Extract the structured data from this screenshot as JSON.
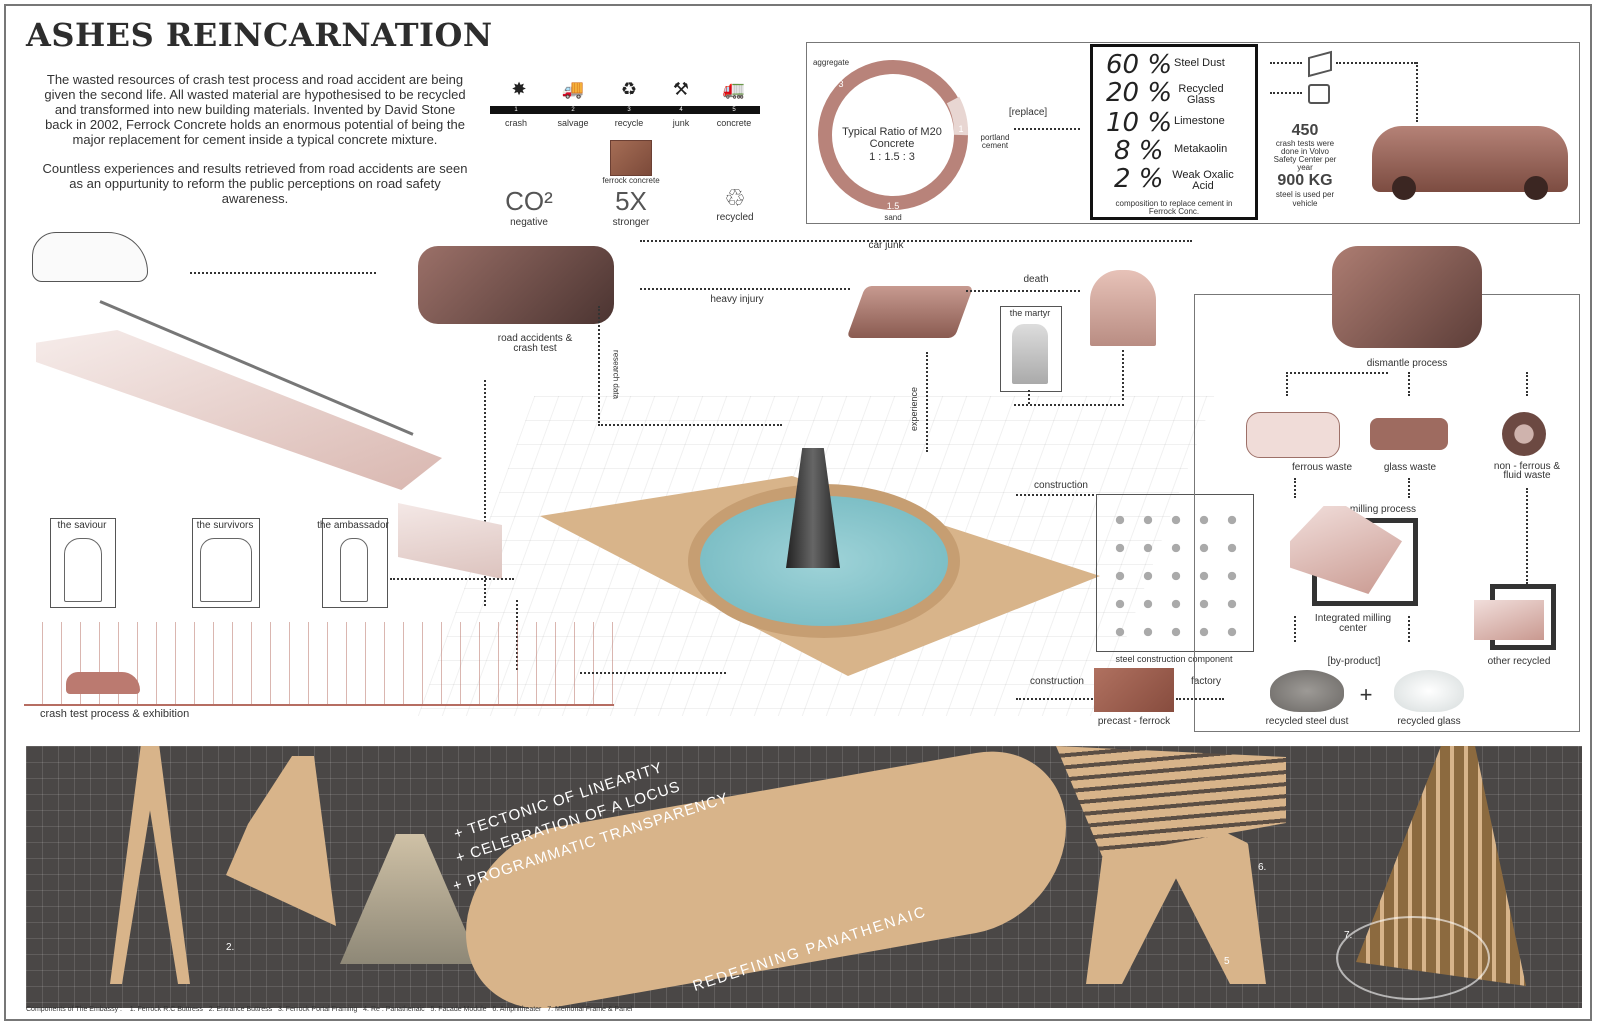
{
  "title": "ASHES REINCARNATION",
  "intro": {
    "paragraph1": "The wasted resources of crash test process and road accident are being given the second life. All wasted material are hypothesised to be recycled and transformed into new building materials. Invented by David Stone back in 2002, Ferrock Concrete holds an enormous potential of being the major replacement for cement inside a typical concrete mixture.",
    "paragraph2": "Countless experiences and results retrieved from road accidents are seen as an oppurtunity to reform the public perceptions on road safety awareness."
  },
  "process_steps": [
    {
      "num": "1",
      "label": "crash",
      "icon": "explosion-icon"
    },
    {
      "num": "2",
      "label": "salvage",
      "icon": "tow-truck-icon"
    },
    {
      "num": "3",
      "label": "recycle",
      "icon": "recycle-icon"
    },
    {
      "num": "4",
      "label": "junk",
      "icon": "junk-icon"
    },
    {
      "num": "5",
      "label": "concrete",
      "icon": "mixer-truck-icon"
    }
  ],
  "ferrock_label": "ferrock concrete",
  "benefits": [
    {
      "value": "CO²",
      "label": "negative"
    },
    {
      "value": "5X",
      "label": "stronger"
    },
    {
      "value": "",
      "label": "recycled"
    }
  ],
  "ratio": {
    "title": "Typical Ratio of M20 Concrete",
    "ratio": "1 : 1.5 : 3",
    "aggregate_label": "aggregate",
    "aggregate_value": "3",
    "cement_value": "1",
    "sand_value": "1.5",
    "sand_label": "sand",
    "portland_label": "portland cement",
    "replace_label": "[replace]"
  },
  "composition": {
    "items": [
      {
        "pct": "60 %",
        "name": "Steel Dust"
      },
      {
        "pct": "20 %",
        "name": "Recycled Glass"
      },
      {
        "pct": "10 %",
        "name": "Limestone"
      },
      {
        "pct": "8 %",
        "name": "Metakaolin"
      },
      {
        "pct": "2 %",
        "name": "Weak Oxalic Acid"
      }
    ],
    "caption": "composition to replace cement in Ferrock Conc."
  },
  "volvo": {
    "value1": "450",
    "caption1": "crash tests were done in Volvo Safety Center per year",
    "value2": "900 KG",
    "caption2": "steel is used per vehicle"
  },
  "flow_labels": {
    "car_junk": "car junk",
    "heavy_injury": "heavy injury",
    "death": "death",
    "the_martyr": "the martyr",
    "road_accidents": "road accidents & crash test",
    "research_data": "research data",
    "experience": "experience",
    "construction_1": "construction",
    "construction_2": "construction",
    "factory": "factory",
    "precast": "precast - ferrock",
    "steel_components": "steel construction component",
    "crash_test_exhibition": "crash test process & exhibition",
    "the_saviour": "the saviour",
    "the_survivors": "the survivors",
    "the_ambassador": "the ambassador"
  },
  "recycling": {
    "dismantle": "dismantle process",
    "ferrous_waste": "ferrous waste",
    "glass_waste": "glass waste",
    "non_ferrous": "non - ferrous & fluid waste",
    "milling_process": "milling process",
    "integrated_milling": "Integrated milling center",
    "other_recycled": "other recycled",
    "by_product": "[by-product]",
    "recycled_steel_dust": "recycled steel dust",
    "plus": "+",
    "recycled_glass": "recycled glass"
  },
  "board": {
    "slogan1": "+ TECTONIC OF LINEARITY",
    "slogan2": "+ CELEBRATION OF A LOCUS",
    "slogan3": "+ PROGRAMMATIC TRANSPARENCY",
    "redefining": "REDEFINING PANATHENAIC",
    "num2": "2.",
    "num5": "5",
    "num6": "6.",
    "num7": "7."
  },
  "footer": "Components of The Embassy :    1. Ferrock R.C Buttress   2. Entrance Buttress   3. Ferrock Portal Framing   4. Re : Panathenaic   5. Facade Module   6. Amphitheater   7. Memorial Frame & Panel",
  "colors": {
    "rust": "#9e6b60",
    "wood": "#d8b48a",
    "board": "#4a4746"
  }
}
